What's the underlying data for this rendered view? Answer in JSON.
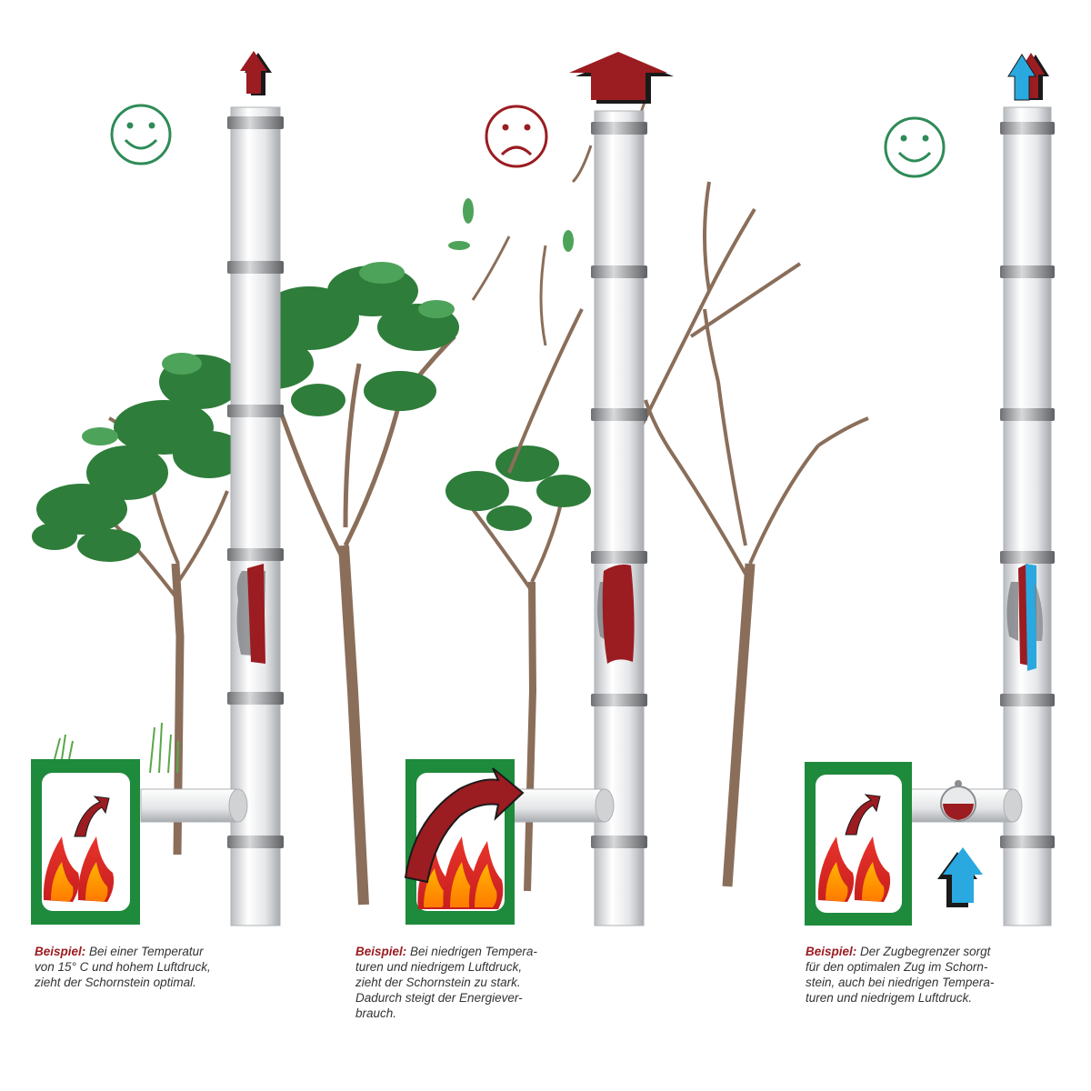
{
  "panels": [
    {
      "id": "optimal",
      "mood": "happy",
      "mood_color": "#2e8b57",
      "example_label": "Beispiel:",
      "lines": [
        "Bei einer Temperatur",
        "von 15° C und hohem Luftdruck,",
        "zieht der Schornstein optimal."
      ]
    },
    {
      "id": "too-strong",
      "mood": "sad",
      "mood_color": "#9b1c21",
      "example_label": "Beispiel:",
      "lines": [
        "Bei niedrigen Tempera-",
        "turen und niedrigem Luftdruck,",
        "zieht der Schornstein zu stark.",
        "Dadurch steigt der Energiever-",
        "brauch."
      ]
    },
    {
      "id": "draught-limiter",
      "mood": "happy",
      "mood_color": "#2e8b57",
      "example_label": "Beispiel:",
      "lines": [
        "Der Zugbegrenzer sorgt",
        "für den optimalen Zug im Schorn-",
        "stein, auch bei niedrigen Tempera-",
        "turen und niedrigem Luftdruck."
      ]
    }
  ],
  "colors": {
    "flue_red": "#9b1c21",
    "air_blue": "#2aa8e0",
    "stove_green": "#1e8a3c",
    "leaf_green": "#2e7d3a",
    "trunk_brown": "#8a6e5a"
  }
}
